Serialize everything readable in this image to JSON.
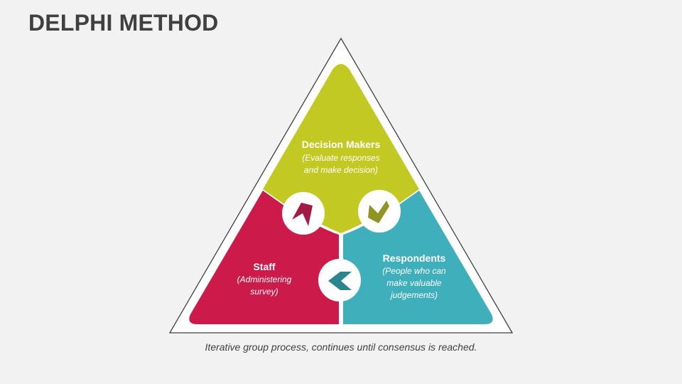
{
  "title": "DELPHI METHOD",
  "colors": {
    "decision_makers": "#c2c923",
    "staff": "#cc1a4a",
    "respondents": "#3fafbb",
    "outline": "#404040",
    "arrow_dm_to_staff": "#a31a45",
    "arrow_resp": "#8f9423",
    "arrow_staff": "#2a8590"
  },
  "segments": {
    "top": {
      "heading": "Decision Makers",
      "line1": "(Evaluate responses",
      "line2": "and make decision)"
    },
    "left": {
      "heading": "Staff",
      "line1": "(Administering",
      "line2": "survey)"
    },
    "right": {
      "heading": "Respondents",
      "line1": "(People who can",
      "line2": "make valuable",
      "line3": "judgements)"
    }
  },
  "icons": {
    "top_left": "arrow-up-right-icon",
    "top_right": "arrow-down-icon",
    "bottom": "chevron-left-icon"
  },
  "caption": "Iterative group process, continues until consensus is reached."
}
